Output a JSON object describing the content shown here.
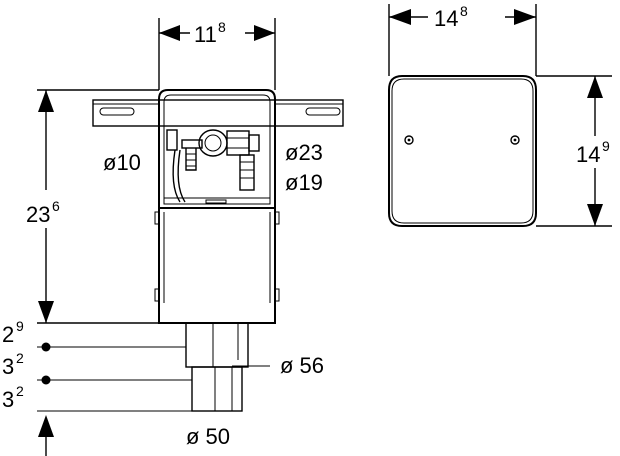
{
  "dimensions": {
    "top_width_main": "11",
    "top_width_main_sup": "8",
    "top_width_cover": "14",
    "top_width_cover_sup": "8",
    "height_main": "23",
    "height_main_sup": "6",
    "height_cover": "14",
    "height_cover_sup": "9",
    "stack_1": "2",
    "stack_1_sup": "9",
    "stack_2": "3",
    "stack_2_sup": "2",
    "stack_3": "3",
    "stack_3_sup": "2"
  },
  "labels": {
    "d10": "ø10",
    "d23": "ø23",
    "d19": "ø19",
    "d56": "ø 56",
    "d50": "ø 50"
  }
}
